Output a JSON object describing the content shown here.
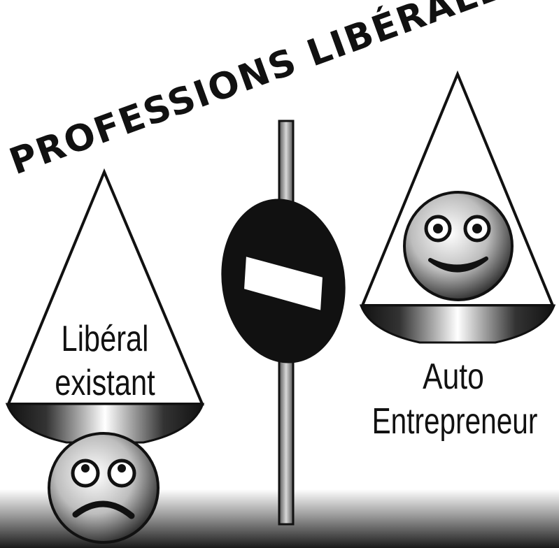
{
  "banner": {
    "text": "PROFESSIONS LIBÉRALES"
  },
  "left_balance": {
    "line1": "Libéral",
    "line2": "existant",
    "mood": "sad"
  },
  "right_balance": {
    "line1": "Auto",
    "line2": "Entrepreneur",
    "mood": "happy"
  },
  "center_sign": {
    "type": "no-entry",
    "color": "#111111"
  },
  "colors": {
    "ink": "#111111",
    "background": "#ffffff"
  }
}
